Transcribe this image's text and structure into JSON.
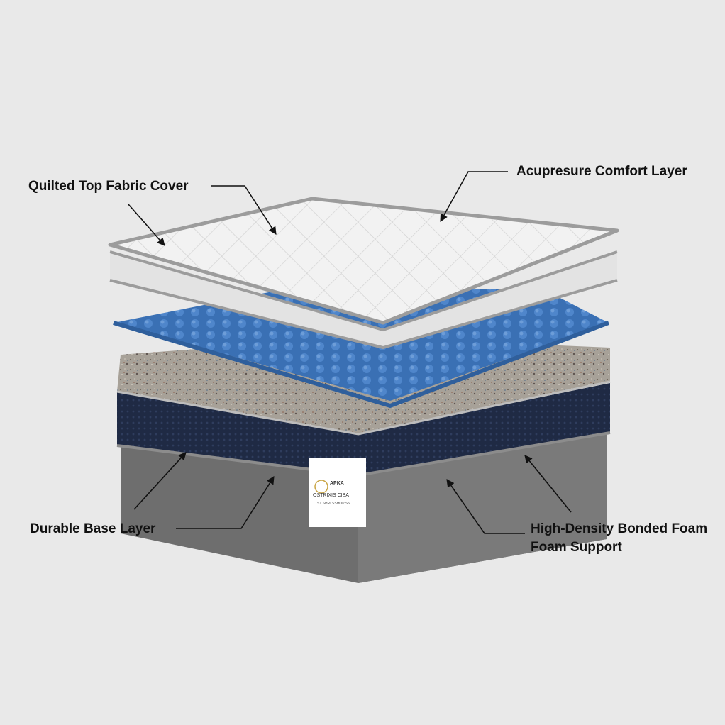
{
  "labels": {
    "quilted_top": "Quilted Top Fabric Cover",
    "acupressure": "Acupresure Comfort Layer",
    "durable_base": "Durable Base Layer",
    "high_density_line1": "High-Density Bonded Foam",
    "high_density_line2": "Foam Support"
  },
  "brand_tag": {
    "line1": "APKA",
    "line2": "OSTRIXIS CIBA",
    "line3": "ST SHRI SSHOP SS"
  },
  "colors": {
    "background": "#e9e9e9",
    "top_cover": "#f1f1f1",
    "comfort_foam": "#3d73b8",
    "bonded_foam": "#a39d94",
    "mesh_fabric": "#1f2a44",
    "base_layer": "#6f6f6f"
  }
}
